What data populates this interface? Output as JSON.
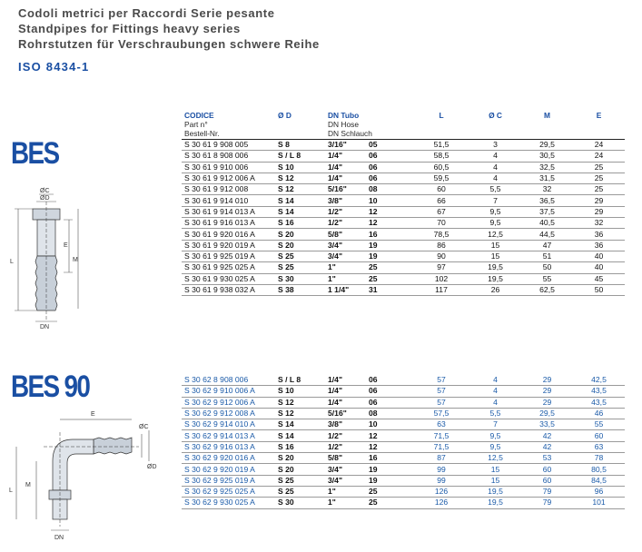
{
  "header": {
    "line_it": "Codoli metrici per Raccordi Serie pesante",
    "line_en": "Standpipes for Fittings heavy series",
    "line_de": "Rohrstutzen für Verschraubungen schwere Reihe",
    "iso": "ISO 8434-1"
  },
  "bes": {
    "title": "BES",
    "drawing_labels": {
      "oc": "ØC",
      "od": "ØD",
      "e": "E",
      "m": "M",
      "l": "L",
      "dn": "DN"
    },
    "columns": {
      "codice": "CODICE",
      "part": "Part n°",
      "bestell": "Bestell-Nr.",
      "od": "Ø D",
      "dn_it": "DN Tubo",
      "dn_en": "DN Hose",
      "dn_de": "DN Schlauch",
      "l": "L",
      "oc": "Ø C",
      "m": "M",
      "e": "E"
    },
    "rows": [
      {
        "code": "S 30 61 9 908 005",
        "od": "S 8",
        "dn": "3/16\"",
        "dnn": "05",
        "l": "51,5",
        "c": "3",
        "m": "29,5",
        "e": "24"
      },
      {
        "code": "S 30 61 8 908 006",
        "od": "S / L 8",
        "dn": "1/4\"",
        "dnn": "06",
        "l": "58,5",
        "c": "4",
        "m": "30,5",
        "e": "24"
      },
      {
        "code": "S 30 61 9 910 006",
        "od": "S 10",
        "dn": "1/4\"",
        "dnn": "06",
        "l": "60,5",
        "c": "4",
        "m": "32,5",
        "e": "25"
      },
      {
        "code": "S 30 61 9 912 006 A",
        "od": "S 12",
        "dn": "1/4\"",
        "dnn": "06",
        "l": "59,5",
        "c": "4",
        "m": "31,5",
        "e": "25"
      },
      {
        "code": "S 30 61 9 912 008",
        "od": "S 12",
        "dn": "5/16\"",
        "dnn": "08",
        "l": "60",
        "c": "5,5",
        "m": "32",
        "e": "25"
      },
      {
        "code": "S 30 61 9 914 010",
        "od": "S 14",
        "dn": "3/8\"",
        "dnn": "10",
        "l": "66",
        "c": "7",
        "m": "36,5",
        "e": "29"
      },
      {
        "code": "S 30 61 9 914 013 A",
        "od": "S 14",
        "dn": "1/2\"",
        "dnn": "12",
        "l": "67",
        "c": "9,5",
        "m": "37,5",
        "e": "29"
      },
      {
        "code": "S 30 61 9 916 013 A",
        "od": "S 16",
        "dn": "1/2\"",
        "dnn": "12",
        "l": "70",
        "c": "9,5",
        "m": "40,5",
        "e": "32"
      },
      {
        "code": "S 30 61 9 920 016 A",
        "od": "S 20",
        "dn": "5/8\"",
        "dnn": "16",
        "l": "78,5",
        "c": "12,5",
        "m": "44,5",
        "e": "36"
      },
      {
        "code": "S 30 61 9 920 019 A",
        "od": "S 20",
        "dn": "3/4\"",
        "dnn": "19",
        "l": "86",
        "c": "15",
        "m": "47",
        "e": "36"
      },
      {
        "code": "S 30 61 9 925 019 A",
        "od": "S 25",
        "dn": "3/4\"",
        "dnn": "19",
        "l": "90",
        "c": "15",
        "m": "51",
        "e": "40"
      },
      {
        "code": "S 30 61 9 925 025 A",
        "od": "S 25",
        "dn": "1\"",
        "dnn": "25",
        "l": "97",
        "c": "19,5",
        "m": "50",
        "e": "40"
      },
      {
        "code": "S 30 61 9 930 025 A",
        "od": "S 30",
        "dn": "1\"",
        "dnn": "25",
        "l": "102",
        "c": "19,5",
        "m": "55",
        "e": "45"
      },
      {
        "code": "S 30 61 9 938 032 A",
        "od": "S 38",
        "dn": "1 1/4\"",
        "dnn": "31",
        "l": "117",
        "c": "26",
        "m": "62,5",
        "e": "50"
      }
    ]
  },
  "bes90": {
    "title": "BES 90",
    "drawing_labels": {
      "e": "E",
      "oc": "ØC",
      "od": "ØD",
      "m": "M",
      "l": "L",
      "dn": "DN"
    },
    "rows": [
      {
        "code": "S 30 62 8 908 006",
        "od": "S / L 8",
        "dn": "1/4\"",
        "dnn": "06",
        "l": "57",
        "c": "4",
        "m": "29",
        "e": "42,5"
      },
      {
        "code": "S 30 62 9 910 006 A",
        "od": "S 10",
        "dn": "1/4\"",
        "dnn": "06",
        "l": "57",
        "c": "4",
        "m": "29",
        "e": "43,5"
      },
      {
        "code": "S 30 62 9 912 006 A",
        "od": "S 12",
        "dn": "1/4\"",
        "dnn": "06",
        "l": "57",
        "c": "4",
        "m": "29",
        "e": "43,5"
      },
      {
        "code": "S 30 62 9 912 008 A",
        "od": "S 12",
        "dn": "5/16\"",
        "dnn": "08",
        "l": "57,5",
        "c": "5,5",
        "m": "29,5",
        "e": "46"
      },
      {
        "code": "S 30 62 9 914 010 A",
        "od": "S 14",
        "dn": "3/8\"",
        "dnn": "10",
        "l": "63",
        "c": "7",
        "m": "33,5",
        "e": "55"
      },
      {
        "code": "S 30 62 9 914 013 A",
        "od": "S 14",
        "dn": "1/2\"",
        "dnn": "12",
        "l": "71,5",
        "c": "9,5",
        "m": "42",
        "e": "60"
      },
      {
        "code": "S 30 62 9 916 013 A",
        "od": "S 16",
        "dn": "1/2\"",
        "dnn": "12",
        "l": "71,5",
        "c": "9,5",
        "m": "42",
        "e": "63"
      },
      {
        "code": "S 30 62 9 920 016 A",
        "od": "S 20",
        "dn": "5/8\"",
        "dnn": "16",
        "l": "87",
        "c": "12,5",
        "m": "53",
        "e": "78"
      },
      {
        "code": "S 30 62 9 920 019 A",
        "od": "S 20",
        "dn": "3/4\"",
        "dnn": "19",
        "l": "99",
        "c": "15",
        "m": "60",
        "e": "80,5"
      },
      {
        "code": "S 30 62 9 925 019 A",
        "od": "S 25",
        "dn": "3/4\"",
        "dnn": "19",
        "l": "99",
        "c": "15",
        "m": "60",
        "e": "84,5"
      },
      {
        "code": "S 30 62 9 925 025 A",
        "od": "S 25",
        "dn": "1\"",
        "dnn": "25",
        "l": "126",
        "c": "19,5",
        "m": "79",
        "e": "96"
      },
      {
        "code": "S 30 62 9 930 025 A",
        "od": "S 30",
        "dn": "1\"",
        "dnn": "25",
        "l": "126",
        "c": "19,5",
        "m": "79",
        "e": "101"
      }
    ]
  }
}
